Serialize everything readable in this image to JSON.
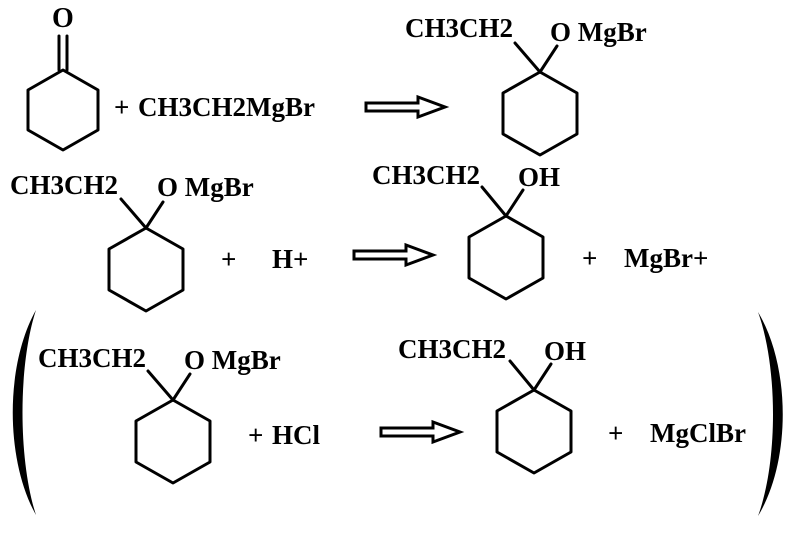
{
  "reactions": [
    {
      "reactant_ketone": {
        "atom": "O"
      },
      "plus_1": "+",
      "reagent": "CH3CH2MgBr",
      "product": {
        "substituent": "CH3CH2",
        "group": "O MgBr"
      }
    },
    {
      "reactant": {
        "substituent": "CH3CH2",
        "group": "O MgBr"
      },
      "plus_1": "+",
      "reagent": "H+",
      "product": {
        "substituent": "CH3CH2",
        "group": "OH"
      },
      "plus_2": "+",
      "byproduct": "MgBr+"
    },
    {
      "reactant": {
        "substituent": "CH3CH2",
        "group": "O MgBr"
      },
      "plus_1": "+",
      "reagent": "HCl",
      "product": {
        "substituent": "CH3CH2",
        "group": "OH"
      },
      "plus_2": "+",
      "byproduct": "MgClBr"
    }
  ]
}
